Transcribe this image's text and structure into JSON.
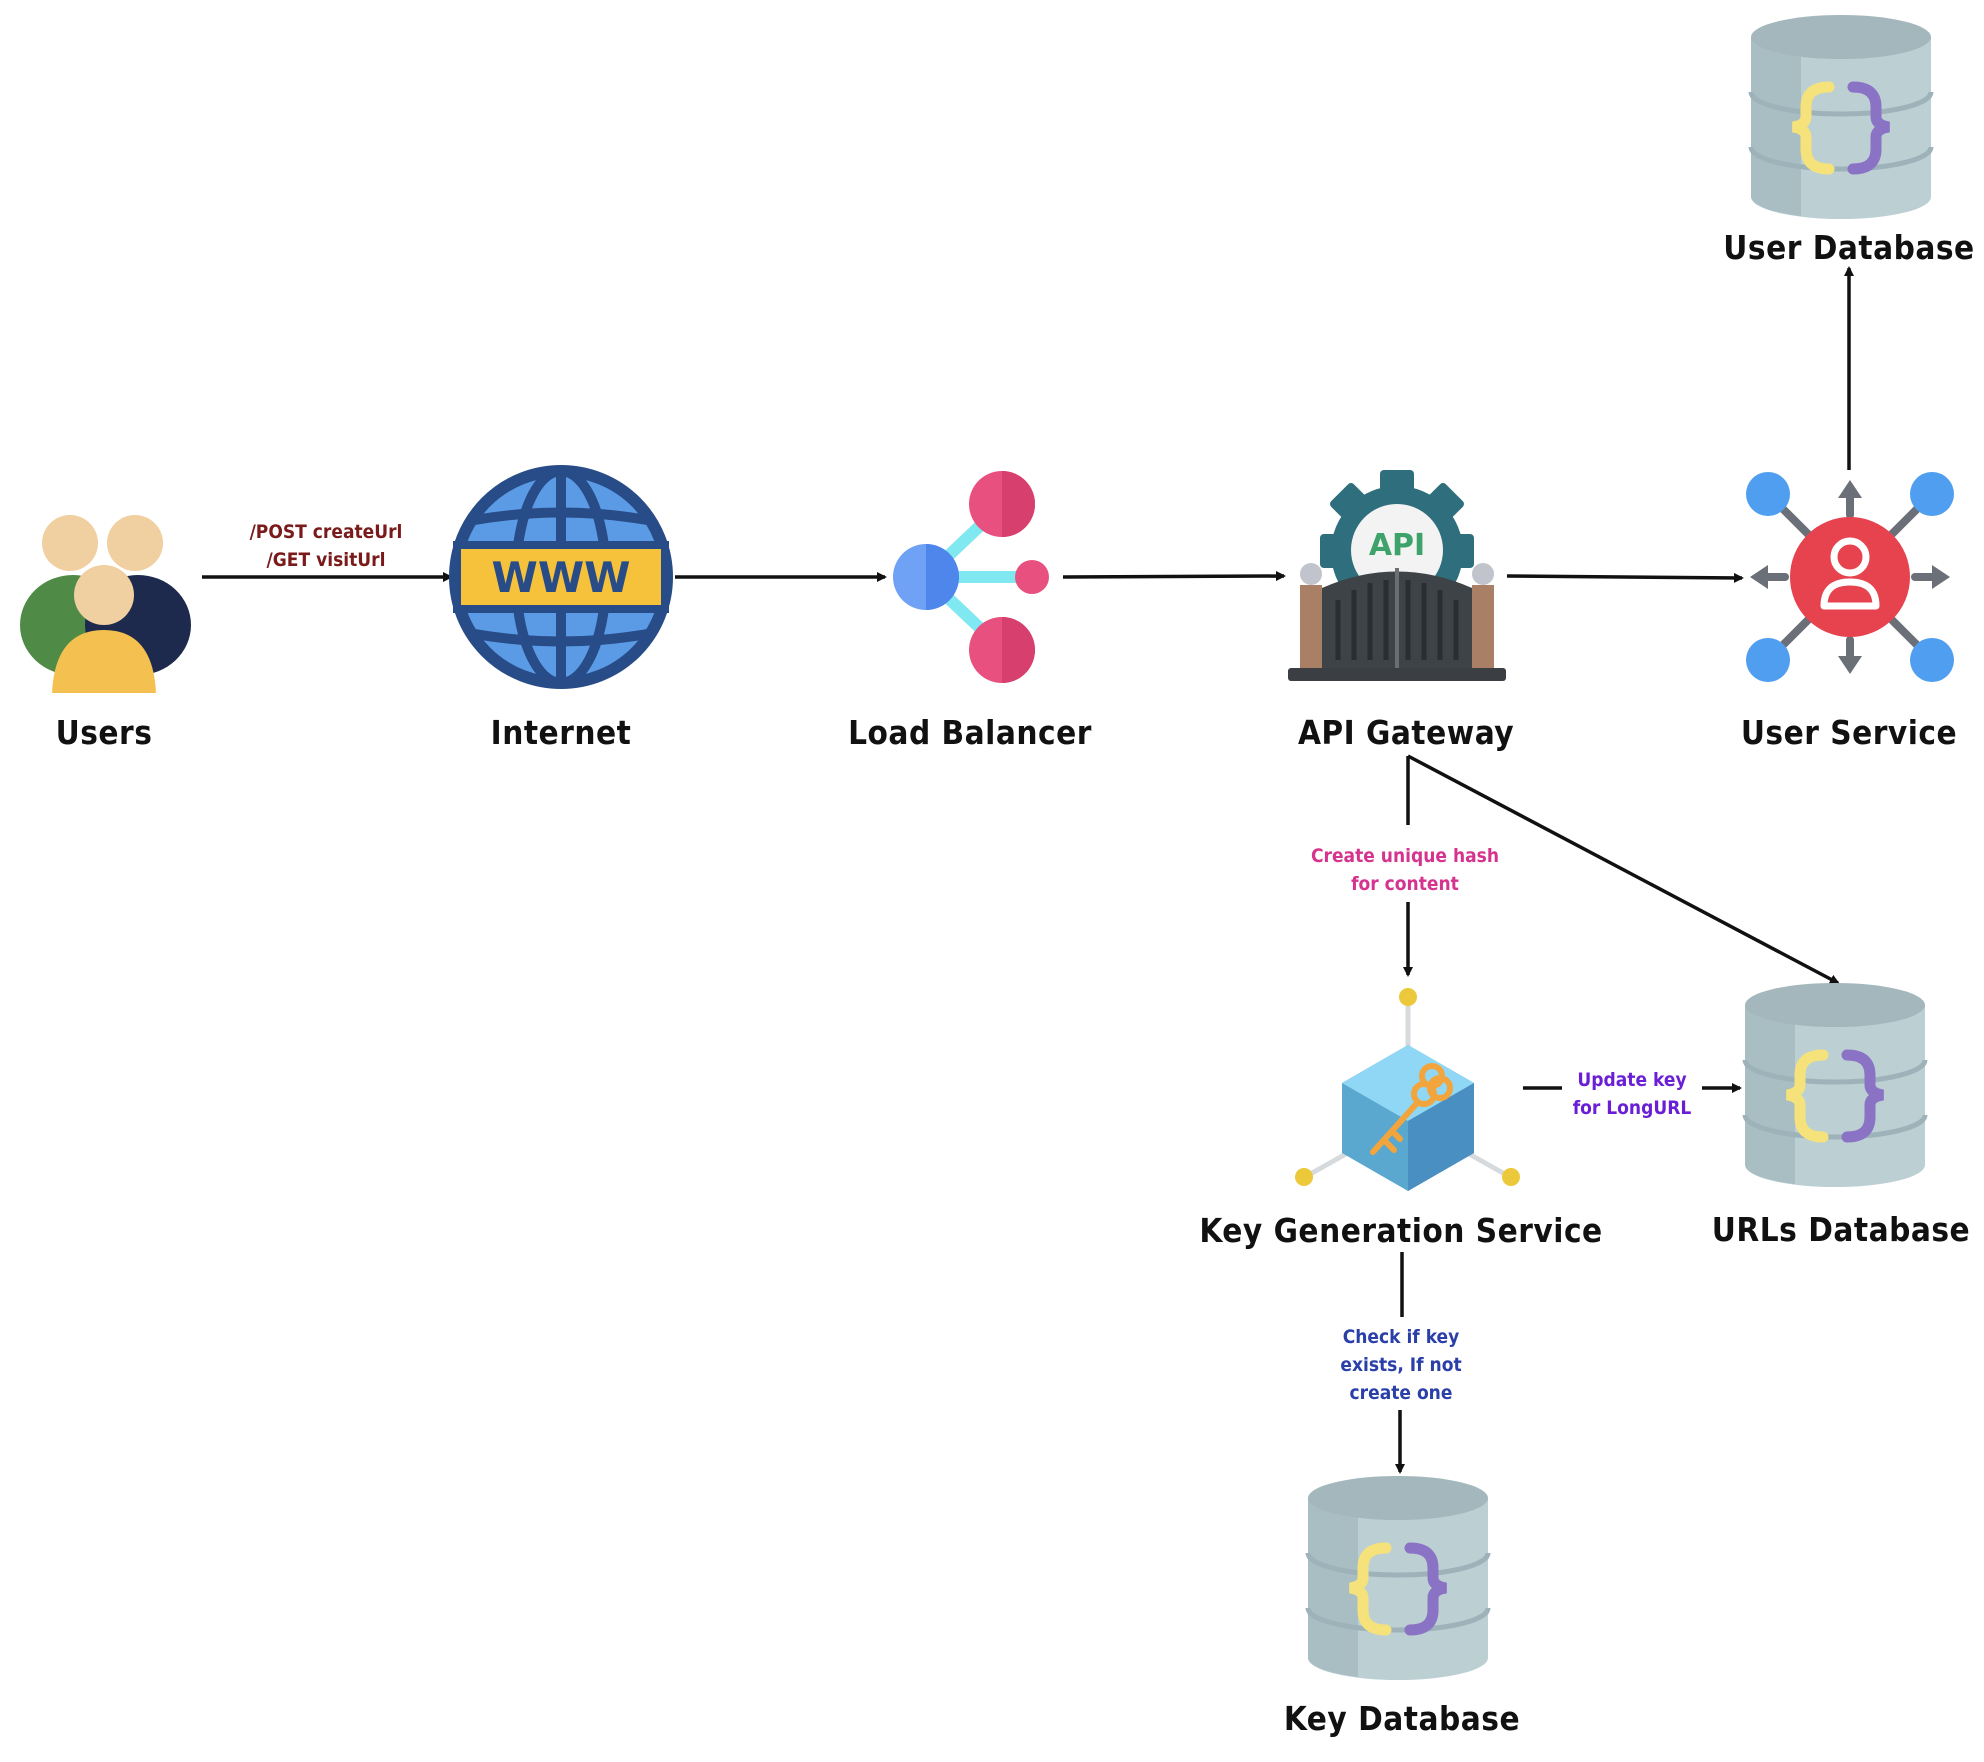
{
  "nodes": {
    "users": "Users",
    "internet": "Internet",
    "load_balancer": "Load Balancer",
    "api_gateway": "API Gateway",
    "user_service": "User Service",
    "user_database": "User Database",
    "key_generation_service": "Key Generation Service",
    "urls_database": "URLs Database",
    "key_database": "Key Database"
  },
  "edges": {
    "users_to_internet": {
      "line1": "/POST createUrl",
      "line2": "/GET visitUrl",
      "color": "#7a1a1a"
    },
    "gateway_to_keygen": {
      "line1": "Create unique hash",
      "line2": "for content",
      "color": "#d6338f"
    },
    "keygen_to_urls": {
      "line1": "Update key",
      "line2": "for LongURL",
      "color": "#6a1fd6"
    },
    "keygen_to_keydb": {
      "line1": "Check if key",
      "line2": "exists, If not",
      "line3": "create one",
      "color": "#2a3fa8"
    }
  },
  "icons": {
    "www_text": "WWW",
    "api_text": "API"
  }
}
